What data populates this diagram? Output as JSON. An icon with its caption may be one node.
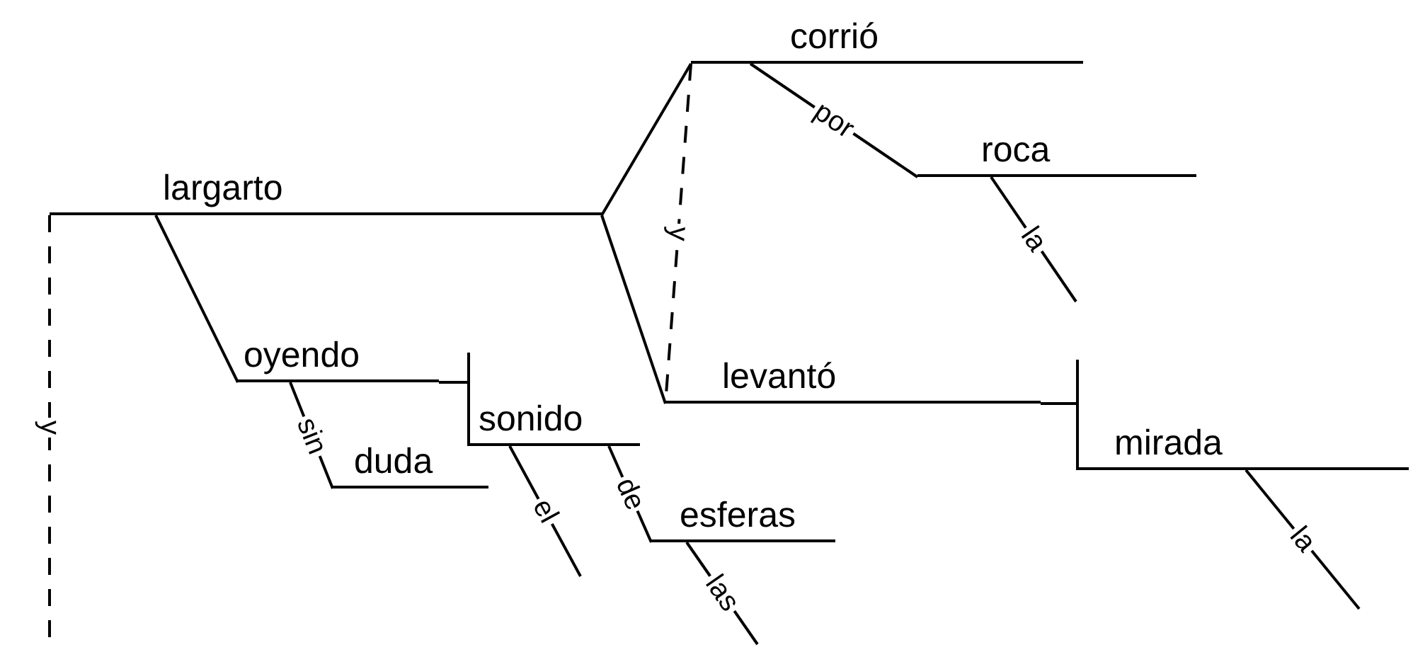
{
  "diagram": {
    "nodes": [
      {
        "text": [
          "largarto"
        ]
      },
      {
        "text": [
          "corrió"
        ]
      },
      {
        "text": [
          "roca"
        ]
      },
      {
        "text": [
          "levantó"
        ]
      },
      {
        "text": [
          "mirada"
        ]
      },
      {
        "text": [
          "oyendo"
        ]
      },
      {
        "text": [
          "duda"
        ]
      },
      {
        "text": [
          "sonido"
        ]
      },
      {
        "text": [
          "esferas"
        ]
      }
    ],
    "edges": [
      {
        "from": 0,
        "to": null,
        "arrow": "none",
        "style": "dashed",
        "label": "y"
      },
      {
        "from": 0,
        "to": 1,
        "arrow": "none"
      },
      {
        "from": 0,
        "to": 3,
        "arrow": "none"
      },
      {
        "from": 1,
        "to": 3,
        "arrow": "none",
        "style": "dashed",
        "label": "y"
      },
      {
        "from": 1,
        "to": 2,
        "arrow": "none",
        "label": "por"
      },
      {
        "from": 2,
        "to": null,
        "arrow": "none",
        "label": "la"
      },
      {
        "from": 3,
        "to": 4,
        "arrow": "none"
      },
      {
        "from": 4,
        "to": null,
        "arrow": "none",
        "label": "la"
      },
      {
        "from": 0,
        "to": 5,
        "arrow": "none"
      },
      {
        "from": 5,
        "to": 6,
        "arrow": "none",
        "label": "sin"
      },
      {
        "from": 5,
        "to": 7,
        "arrow": "none"
      },
      {
        "from": 7,
        "to": null,
        "arrow": "none",
        "label": "el"
      },
      {
        "from": 7,
        "to": 8,
        "arrow": "none",
        "label": "de"
      },
      {
        "from": 8,
        "to": null,
        "arrow": "none",
        "label": "las"
      }
    ]
  }
}
